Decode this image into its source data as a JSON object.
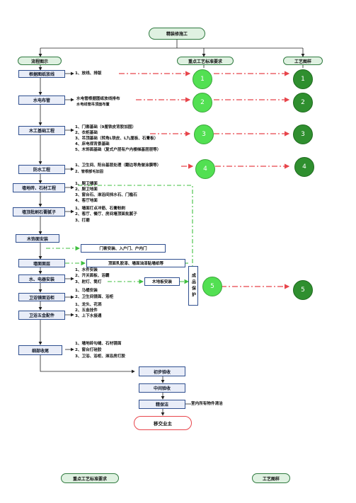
{
  "title": "精装修施工",
  "headers": {
    "flow": "流程图示",
    "standards": "重点工艺标准要求",
    "diagram": "工艺图样"
  },
  "steps": [
    {
      "label": "根据图纸放线"
    },
    {
      "label": "水电布管"
    },
    {
      "label": "木工基础工程"
    },
    {
      "label": "防水工程"
    },
    {
      "label": "墙地砖、石材工程"
    },
    {
      "label": "墙顶批刷石膏腻子"
    },
    {
      "label": "木饰面安装"
    },
    {
      "label": "墙面面层"
    },
    {
      "label": "水、电器安装"
    },
    {
      "label": "卫浴镜面浴柜"
    },
    {
      "label": "卫浴五金配件"
    },
    {
      "label": "细部收尾"
    },
    {
      "label": "初步验收"
    },
    {
      "label": "中间验收"
    },
    {
      "label": "精保洁"
    },
    {
      "label": "移交业主"
    }
  ],
  "notes": {
    "s1": [
      "1、放线、排版"
    ],
    "s2": [
      "水电管根据图纸放线排布",
      "水电线管吊顶面布置"
    ],
    "s3": [
      "1、门套基础（9厘铁皮背胶加固）",
      "2、衣柜基础",
      "3、吊顶基础（转角L铁皮、L九厘板、石膏板）",
      "4、床电视背景基础",
      "5、木饰面基础（复式户层有户内楼梯基层层等）"
    ],
    "s4": [
      "1、卫生间、阳台基层处理（翻边导角做涂膜等）",
      "2、管根部毛加固"
    ],
    "s5": [
      "1、厨卫墙面",
      "2、厨卫地面",
      "3、窗台石、淋浴间挡水石、门槛石",
      "4、客厅地面"
    ],
    "s6": [
      "1、墙面打点冲筋、石膏粉刷",
      "2、客厅、餐厅、房间墙顶面批腻子",
      "3、打磨"
    ],
    "s7": "门套安装、入户门、户内门",
    "s8": "顶面乳胶漆、墙面油漆贴墙纸等",
    "s9": [
      "1、水件安装",
      "2、开关面板、浴霸",
      "3、射灯、筒灯"
    ],
    "s9b": "木地板安装",
    "s10": [
      "1、马桶安装",
      "2、卫生间镜面、浴柜"
    ],
    "s11": [
      "1、龙头、花洒",
      "2、五金挂件",
      "3、上下水接通"
    ],
    "s12": [
      "1、墙地砖勾缝、石材镜面",
      "2、窗台打硅胶",
      "3、卫浴、浴柜、淋浴房打胶"
    ],
    "s15": "室内所有物件清洁",
    "protect": "成品保护"
  },
  "markers": [
    "1",
    "2",
    "3",
    "4",
    "5"
  ],
  "footer": {
    "left": "重点工艺标准要求",
    "right": "工艺图样"
  },
  "colors": {
    "box_border": "#2f4f8f",
    "red_dash": "#e8454b",
    "green_dash": "#3fbf3f",
    "circle_light": "#52e052",
    "circle_dark": "#2f8f2f"
  }
}
